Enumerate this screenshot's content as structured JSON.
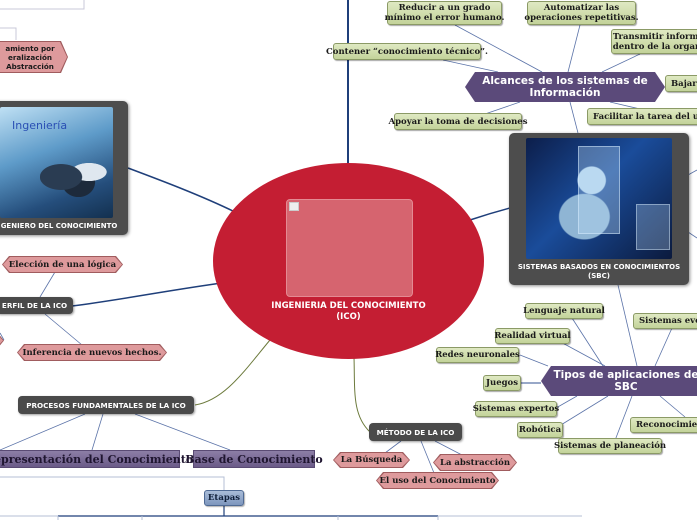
{
  "central": {
    "title_line1": "INGENIERIA DEL CONOCIMIENTO",
    "title_line2": "(ICO)",
    "color": "#c41e33"
  },
  "top_left": {
    "clipped_node_line1": "amiento por",
    "clipped_node_line2": "eralización",
    "clipped_node_line3": "Abstracción"
  },
  "ingeniero_card": {
    "image_label": "Ingeniería",
    "caption": "GENIERO DEL CONOCIMIENTO"
  },
  "perfil": {
    "label": "ERFIL DE LA ICO",
    "children": [
      "Elección de una lógica",
      "Inferencia de nuevos hechos."
    ]
  },
  "procesos": {
    "label": "PROCESOS FUNDAMENTALES DE LA ICO",
    "children": [
      "Representación del Conocimiento",
      "Base de Conocimiento"
    ],
    "etapas_label": "Etapas"
  },
  "metodo": {
    "label": "MÉTODO  DE LA ICO",
    "children": [
      "La Búsqueda",
      "La abstracción",
      "El uso del Conocimiento"
    ]
  },
  "alcances": {
    "label_line1": "Alcances de los sistemas de",
    "label_line2": "Información",
    "color": "#5b4a7a",
    "children": [
      {
        "line1": "Reducir a un grado",
        "line2": "mínimo el error humano."
      },
      {
        "line1": "Automatizar las",
        "line2": "operaciones repetitivas."
      },
      {
        "line1": "Transmitir informac",
        "line2": "dentro de la organiz"
      },
      {
        "line1": "Contener “conocimiento técnico”."
      },
      {
        "line1": "Bajar c"
      },
      {
        "line1": "Apoyar la toma de decisiones"
      },
      {
        "line1": "Facilitar la tarea del usuar"
      }
    ]
  },
  "sbc_card": {
    "caption_line1": "SISTEMAS BASADOS EN CONOCIMIENTOS",
    "caption_line2": "(SBC)"
  },
  "tipos": {
    "label_line1": "Tipos de aplicaciones de",
    "label_line2": "SBC",
    "children": [
      "Lenguaje natural",
      "Sistemas evolu",
      "Realidad virtual",
      "Redes neuronales",
      "Juegos",
      "Sistemas expertos",
      "Robótica",
      "Sistemas de planeación",
      "Reconocimiento"
    ]
  }
}
